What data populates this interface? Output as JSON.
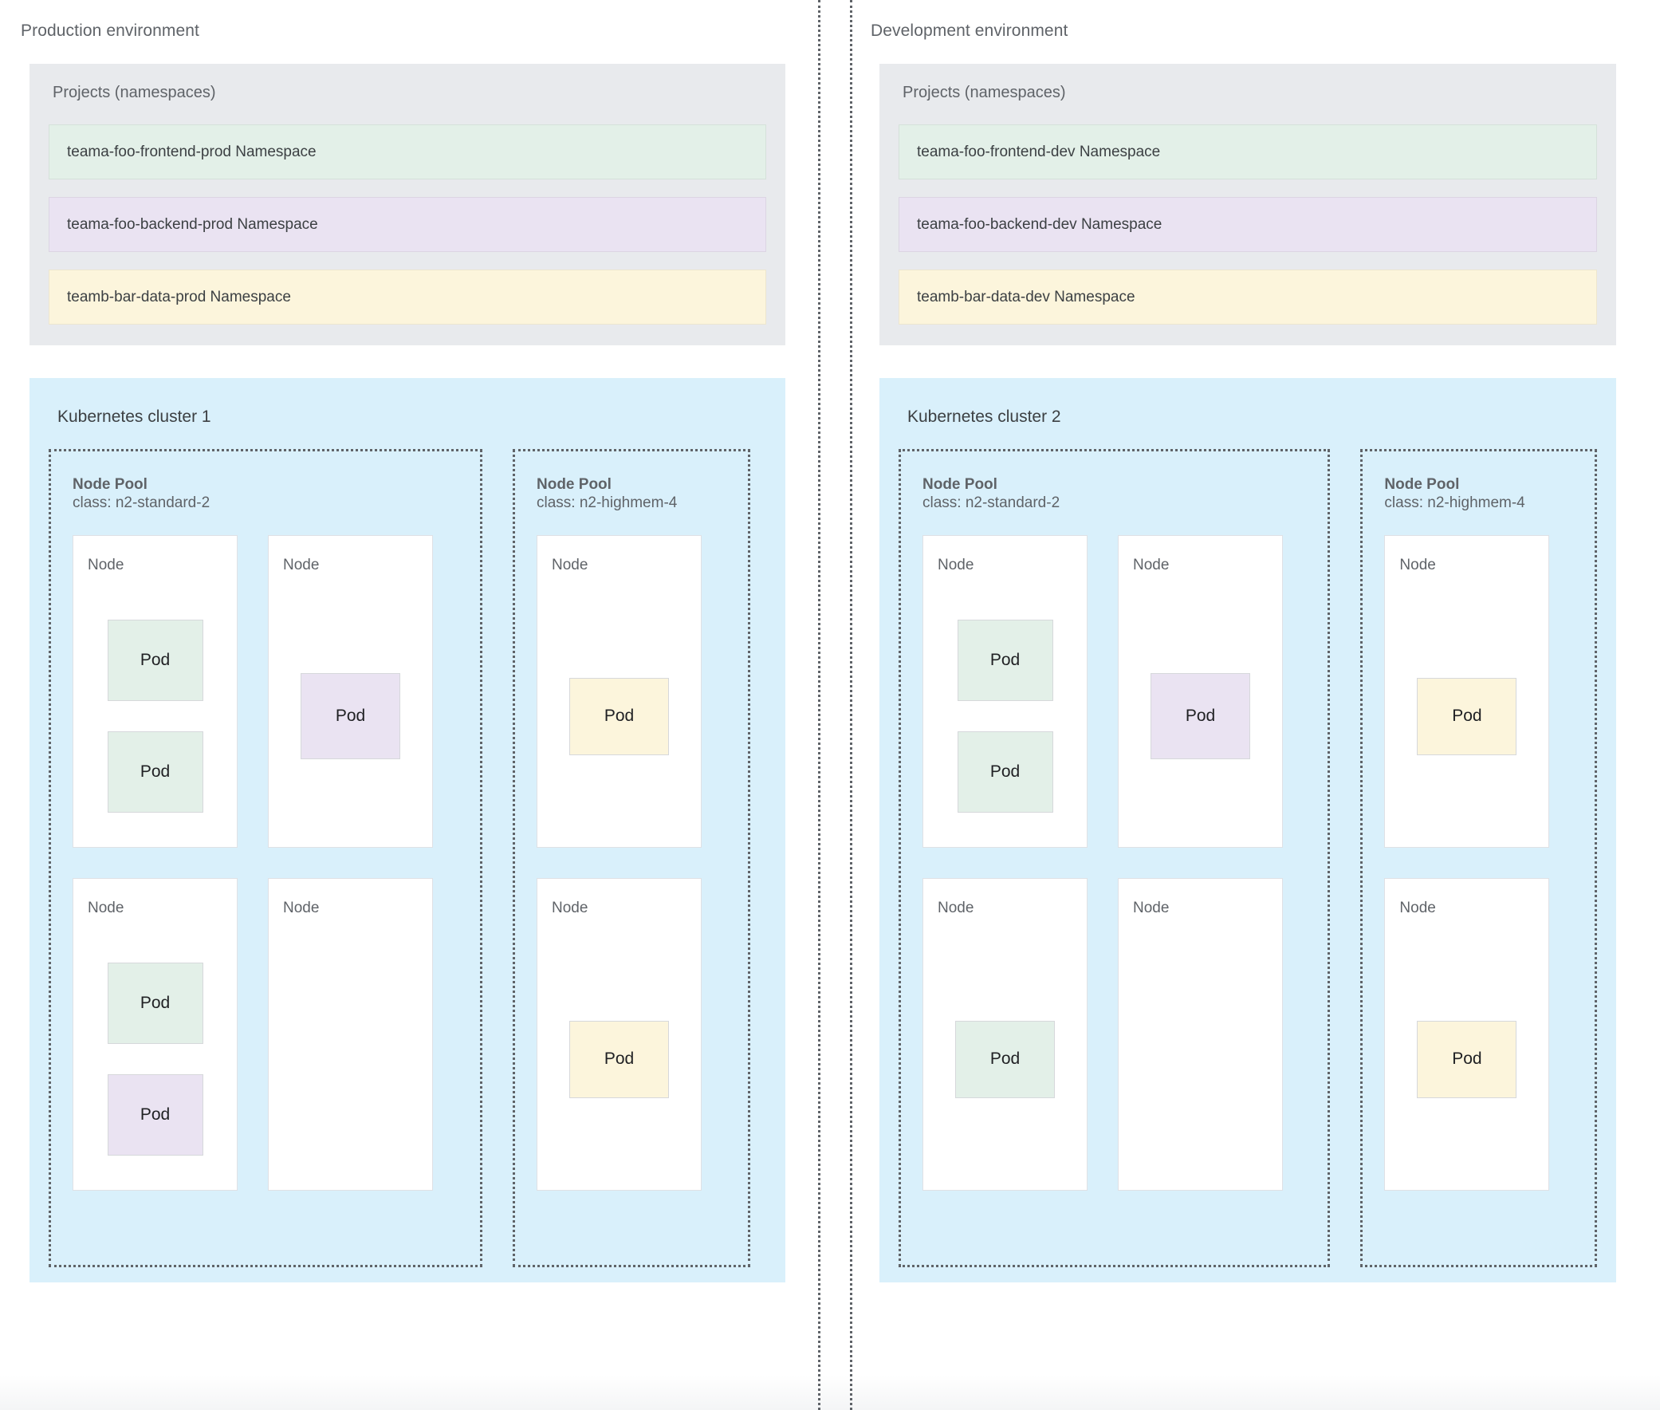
{
  "environments": [
    {
      "title": "Production environment",
      "projects": {
        "title": "Projects (namespaces)",
        "namespaces": [
          {
            "label": "teama-foo-frontend-prod Namespace",
            "color": "green",
            "hex": "#e3f0e8"
          },
          {
            "label": "teama-foo-backend-prod Namespace",
            "color": "purple",
            "hex": "#eae3f2"
          },
          {
            "label": "teamb-bar-data-prod Namespace",
            "color": "yellow",
            "hex": "#fcf5dc"
          }
        ]
      },
      "cluster": {
        "title": "Kubernetes cluster 1",
        "pools": [
          {
            "name": "Node Pool",
            "class": "class: n2-standard-2",
            "nodes": [
              {
                "label": "Node",
                "pods": [
                  {
                    "label": "Pod",
                    "color": "green"
                  },
                  {
                    "label": "Pod",
                    "color": "green"
                  }
                ]
              },
              {
                "label": "Node",
                "pods": [
                  {
                    "label": "Pod",
                    "color": "purple"
                  }
                ]
              },
              {
                "label": "Node",
                "pods": [
                  {
                    "label": "Pod",
                    "color": "green"
                  },
                  {
                    "label": "Pod",
                    "color": "purple"
                  }
                ]
              },
              {
                "label": "Node",
                "pods": []
              }
            ]
          },
          {
            "name": "Node Pool",
            "class": "class: n2-highmem-4",
            "nodes": [
              {
                "label": "Node",
                "pods": [
                  {
                    "label": "Pod",
                    "color": "yellow"
                  }
                ]
              },
              {
                "label": "Node",
                "pods": [
                  {
                    "label": "Pod",
                    "color": "yellow"
                  }
                ]
              }
            ]
          }
        ]
      }
    },
    {
      "title": "Development environment",
      "projects": {
        "title": "Projects (namespaces)",
        "namespaces": [
          {
            "label": "teama-foo-frontend-dev Namespace",
            "color": "green",
            "hex": "#e3f0e8"
          },
          {
            "label": "teama-foo-backend-dev Namespace",
            "color": "purple",
            "hex": "#eae3f2"
          },
          {
            "label": "teamb-bar-data-dev Namespace",
            "color": "yellow",
            "hex": "#fcf5dc"
          }
        ]
      },
      "cluster": {
        "title": "Kubernetes cluster 2",
        "pools": [
          {
            "name": "Node Pool",
            "class": "class: n2-standard-2",
            "nodes": [
              {
                "label": "Node",
                "pods": [
                  {
                    "label": "Pod",
                    "color": "green"
                  },
                  {
                    "label": "Pod",
                    "color": "green"
                  }
                ]
              },
              {
                "label": "Node",
                "pods": [
                  {
                    "label": "Pod",
                    "color": "purple"
                  }
                ]
              },
              {
                "label": "Node",
                "pods": [
                  {
                    "label": "Pod",
                    "color": "green"
                  }
                ]
              },
              {
                "label": "Node",
                "pods": []
              }
            ]
          },
          {
            "name": "Node Pool",
            "class": "class: n2-highmem-4",
            "nodes": [
              {
                "label": "Node",
                "pods": [
                  {
                    "label": "Pod",
                    "color": "yellow"
                  }
                ]
              },
              {
                "label": "Node",
                "pods": [
                  {
                    "label": "Pod",
                    "color": "yellow"
                  }
                ]
              }
            ]
          }
        ]
      }
    }
  ],
  "palette": {
    "cluster_bg": "#d9f0fb",
    "projects_bg": "#e8eaed",
    "green": "#e3f0e8",
    "purple": "#eae3f2",
    "yellow": "#fcf5dc",
    "text": "#5f6368",
    "divider": "#5f6368"
  }
}
